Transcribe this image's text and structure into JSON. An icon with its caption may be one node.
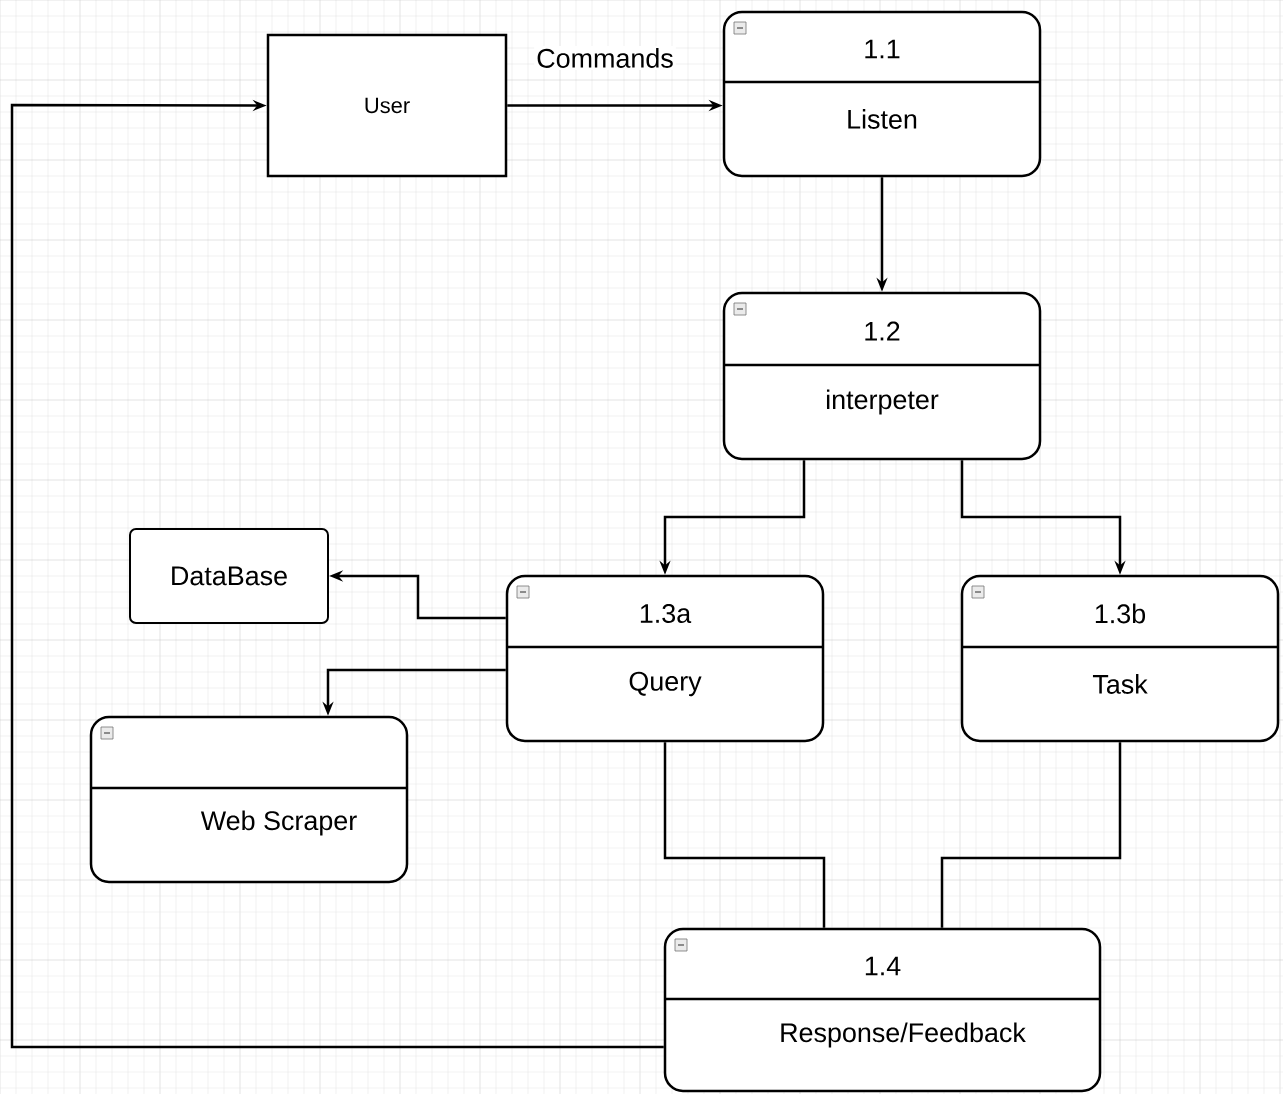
{
  "diagram": {
    "nodes": [
      {
        "text": [
          "User"
        ]
      },
      {
        "text": [
          "1.1",
          "Listen"
        ]
      },
      {
        "text": [
          "1.2",
          "interpeter"
        ]
      },
      {
        "text": [
          "DataBase"
        ]
      },
      {
        "text": [
          "1.3a",
          "Query"
        ]
      },
      {
        "text": [
          "1.3b",
          "Task"
        ]
      },
      {
        "text": [
          "Web Scraper"
        ]
      },
      {
        "text": [
          "1.4",
          "Response/Feedback"
        ]
      }
    ],
    "edges": [
      {
        "from": 0,
        "to": 1,
        "arrow": "to",
        "label": "Commands"
      },
      {
        "from": 1,
        "to": 2,
        "arrow": "to"
      },
      {
        "from": 2,
        "to": 4,
        "arrow": "to"
      },
      {
        "from": 2,
        "to": 5,
        "arrow": "to"
      },
      {
        "from": 4,
        "to": 3,
        "arrow": "to"
      },
      {
        "from": 4,
        "to": 6,
        "arrow": "to"
      },
      {
        "from": 4,
        "to": 7,
        "arrow": "none"
      },
      {
        "from": 5,
        "to": 7,
        "arrow": "none"
      },
      {
        "from": 7,
        "to": 0,
        "arrow": "to"
      }
    ]
  }
}
